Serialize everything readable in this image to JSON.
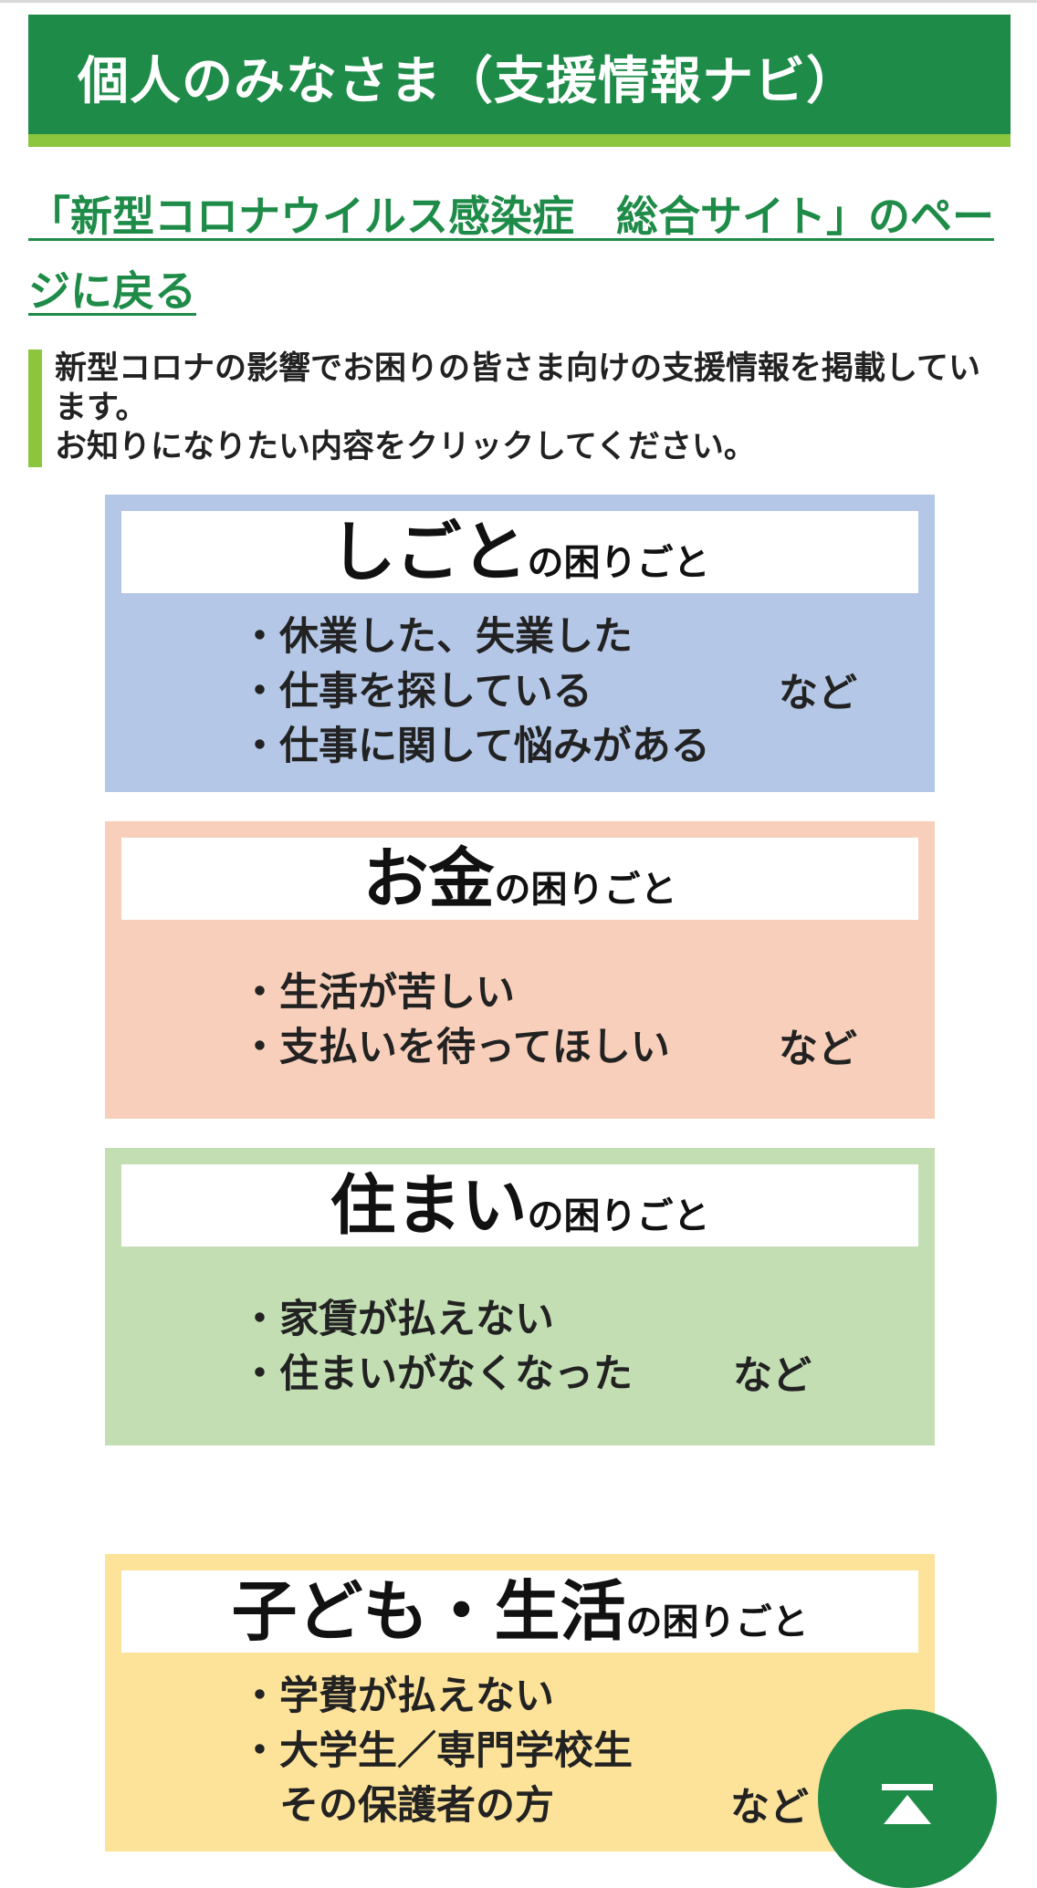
{
  "header": {
    "title": "個人のみなさま（支援情報ナビ）"
  },
  "back_link": {
    "label": "「新型コロナウイルス感染症　総合サイト」のページに戻る"
  },
  "intro": {
    "line1": "新型コロナの影響でお困りの皆さま向けの支援情報を掲載しています。",
    "line2": "お知りになりたい内容をクリックしてください。"
  },
  "categories": {
    "work": {
      "title_main": "しごと",
      "title_sub": "の困りごと",
      "items": [
        "休業した、失業した",
        "仕事を探している",
        "仕事に関して悩みがある"
      ],
      "etc": "など"
    },
    "money": {
      "title_main": "お金",
      "title_sub": "の困りごと",
      "items": [
        "生活が苦しい",
        "支払いを待ってほしい"
      ],
      "etc": "など"
    },
    "housing": {
      "title_main": "住まい",
      "title_sub": "の困りごと",
      "items": [
        "家賃が払えない",
        "住まいがなくなった"
      ],
      "etc": "など"
    },
    "kids": {
      "title_main": "子ども・生活",
      "title_sub": "の困りごと",
      "items": [
        "学費が払えない",
        "大学生／専門学校生",
        "その保護者の方"
      ],
      "etc": "など"
    }
  },
  "icons": {
    "to_top": "arrow-to-top-icon"
  },
  "colors": {
    "brand_green": "#1e8c48",
    "accent_lime": "#8cc63f",
    "work_bg": "#b4c7e7",
    "money_bg": "#f8cfba",
    "housing_bg": "#c3deb3",
    "kids_bg": "#fde39a"
  }
}
